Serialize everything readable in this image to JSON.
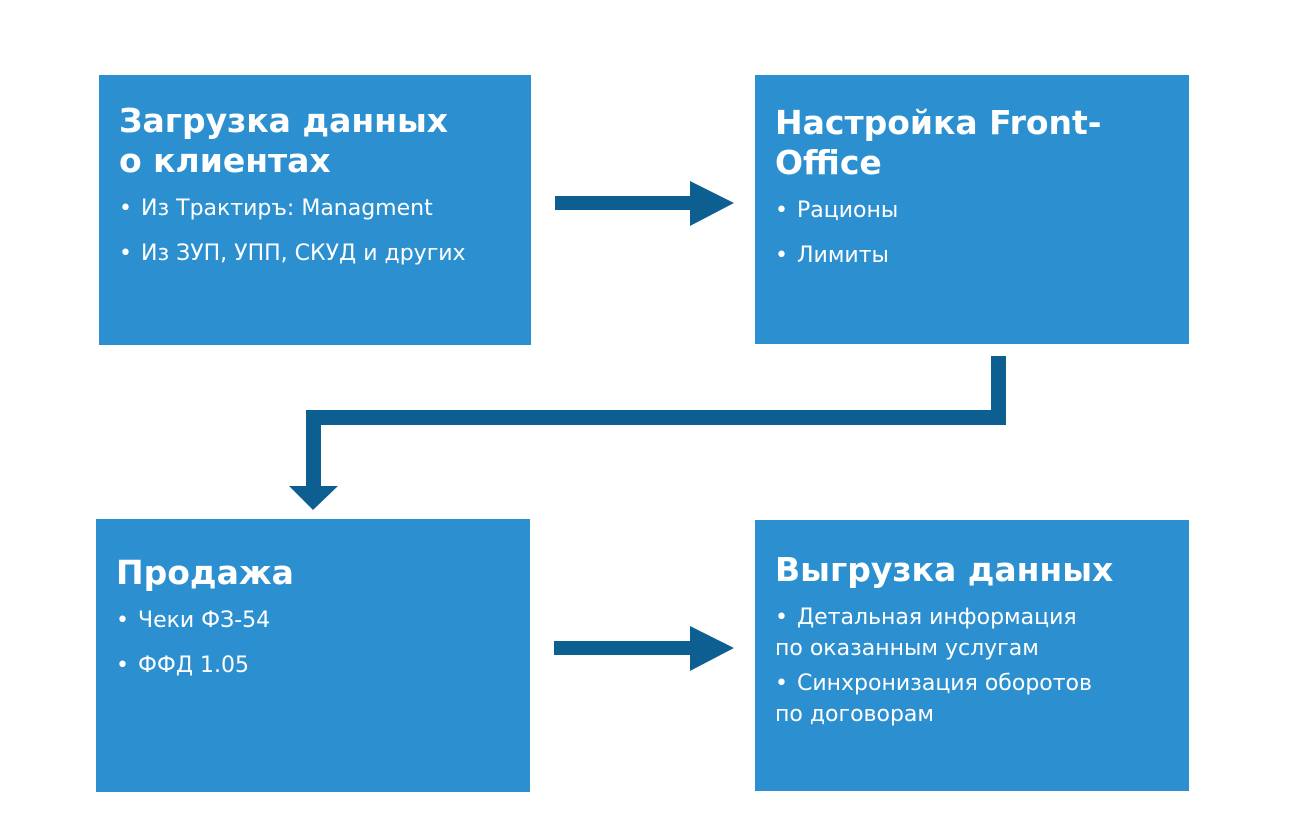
{
  "colors": {
    "box_fill": "#2b8fd0",
    "arrow": "#0e5f91",
    "text": "#ffffff",
    "background": "#ffffff"
  },
  "steps": [
    {
      "title_lines": [
        "Загрузка данных",
        "о клиентах"
      ],
      "bullets": [
        "Из Трактиръ: Managment",
        "Из ЗУП, УПП, СКУД и других"
      ]
    },
    {
      "title_lines": [
        "Настройка Front-",
        "Office"
      ],
      "bullets": [
        "Рационы",
        "Лимиты"
      ]
    },
    {
      "title_lines": [
        "Продажа"
      ],
      "bullets": [
        "Чеки ФЗ-54",
        "ФФД 1.05"
      ]
    },
    {
      "title_lines": [
        "Выгрузка данных"
      ],
      "bullets": [
        [
          "Детальная информация",
          "по оказанным услугам"
        ],
        [
          "Синхронизация оборотов",
          "по договорам"
        ]
      ]
    }
  ],
  "bullet_symbol": "•"
}
